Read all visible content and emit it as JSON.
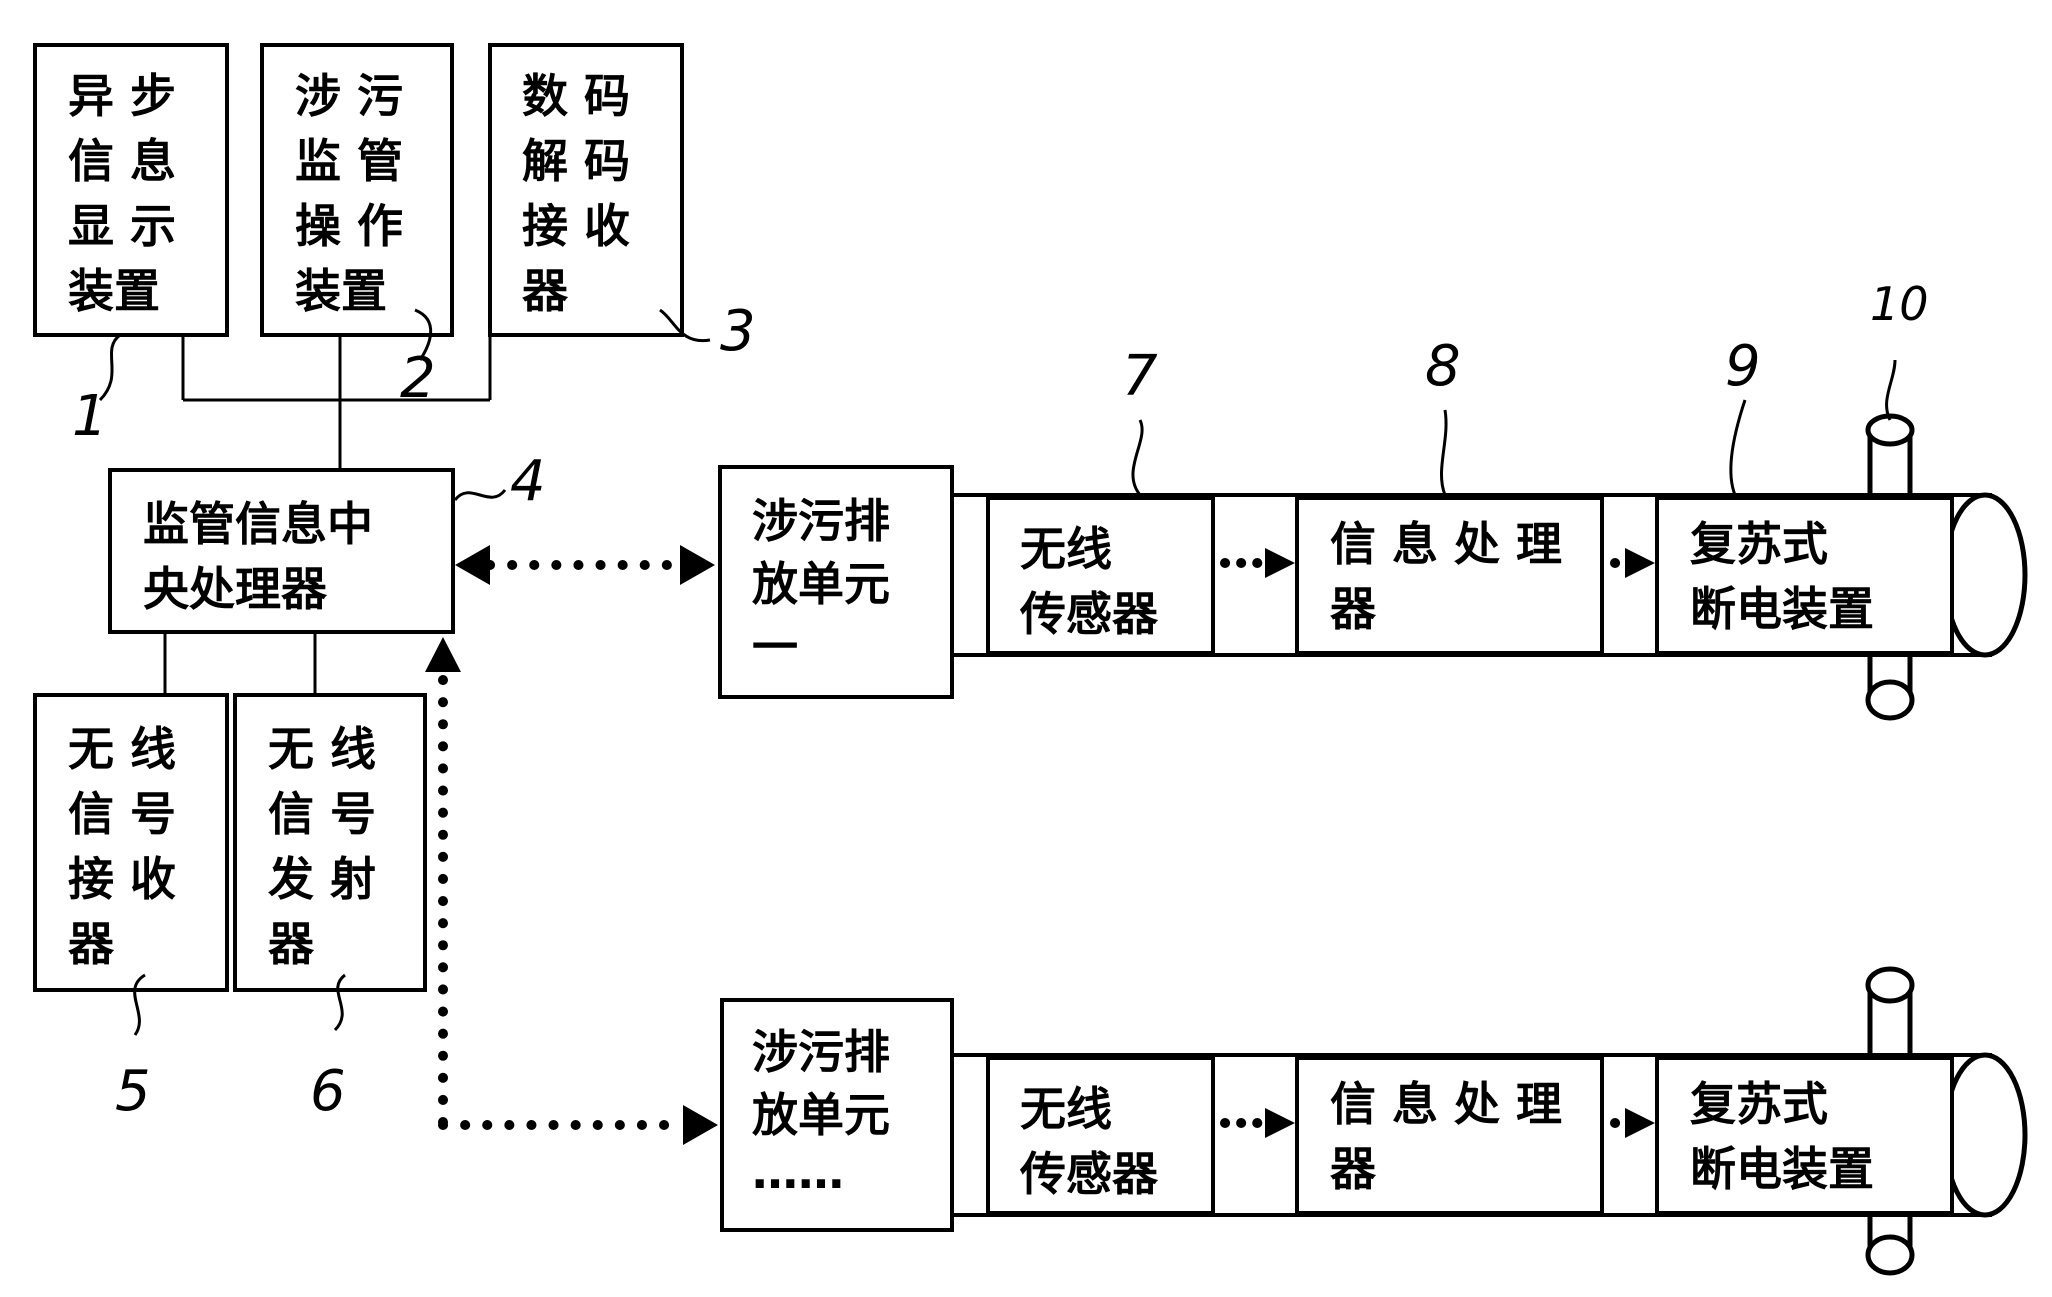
{
  "boxes": {
    "b1": [
      "异 步",
      "信 息",
      "显 示",
      "装置"
    ],
    "b2": [
      "涉 污",
      "监 管",
      "操 作",
      "装置"
    ],
    "b3": [
      "数 码",
      "解 码",
      "接 收",
      "器"
    ],
    "b4": [
      "监管信息中",
      "央处理器"
    ],
    "b5": [
      "无 线",
      "信 号",
      "接 收",
      "器"
    ],
    "b6": [
      "无 线",
      "信 号",
      "发 射",
      "器"
    ],
    "unit1": [
      "涉污排",
      "放单元",
      "一"
    ],
    "unit2": [
      "涉污排",
      "放单元",
      "……"
    ],
    "sensor": [
      "无线",
      "传感器"
    ],
    "processor": [
      "信 息 处 理",
      "器"
    ],
    "breaker": [
      "复苏式",
      "断电装置"
    ]
  },
  "numbers": {
    "n1": "1",
    "n2": "2",
    "n3": "3",
    "n4": "4",
    "n5": "5",
    "n6": "6",
    "n7": "7",
    "n8": "8",
    "n9": "9",
    "n10": "10"
  }
}
